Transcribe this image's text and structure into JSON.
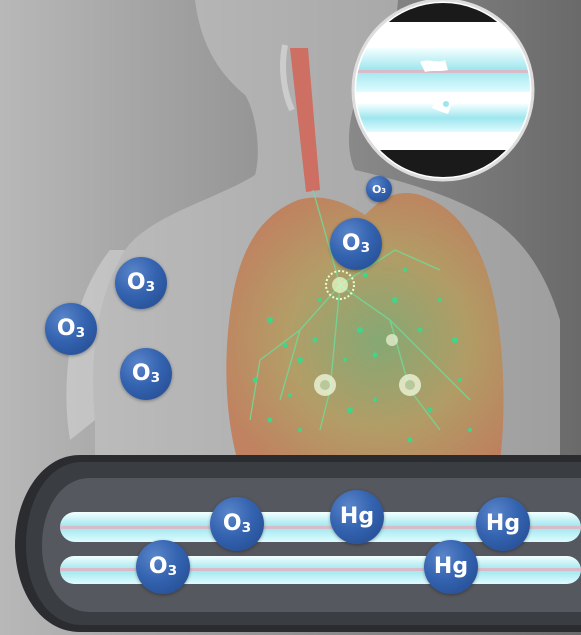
{
  "colors": {
    "background": "#8e8e8e",
    "lung": "#c9b06a",
    "particles": "#3fd68a",
    "trachea": "#d85a4a",
    "lamp_tube": "#9ee6ee",
    "lamp_frame": "#2a2c30",
    "molecule": "#3463b0"
  },
  "molecules": [
    {
      "id": "o3-small-top",
      "symbol": "O",
      "subscript": "3"
    },
    {
      "id": "o3-lung",
      "symbol": "O",
      "subscript": "3"
    },
    {
      "id": "o3-left-1",
      "symbol": "O",
      "subscript": "3"
    },
    {
      "id": "o3-left-2",
      "symbol": "O",
      "subscript": "3"
    },
    {
      "id": "o3-left-3",
      "symbol": "O",
      "subscript": "3"
    },
    {
      "id": "o3-lamp-1",
      "symbol": "O",
      "subscript": "3"
    },
    {
      "id": "o3-lamp-2",
      "symbol": "O",
      "subscript": "3"
    },
    {
      "id": "hg-lamp-1",
      "symbol": "Hg",
      "subscript": ""
    },
    {
      "id": "hg-lamp-2",
      "symbol": "Hg",
      "subscript": ""
    },
    {
      "id": "hg-lamp-3",
      "symbol": "Hg",
      "subscript": ""
    }
  ]
}
